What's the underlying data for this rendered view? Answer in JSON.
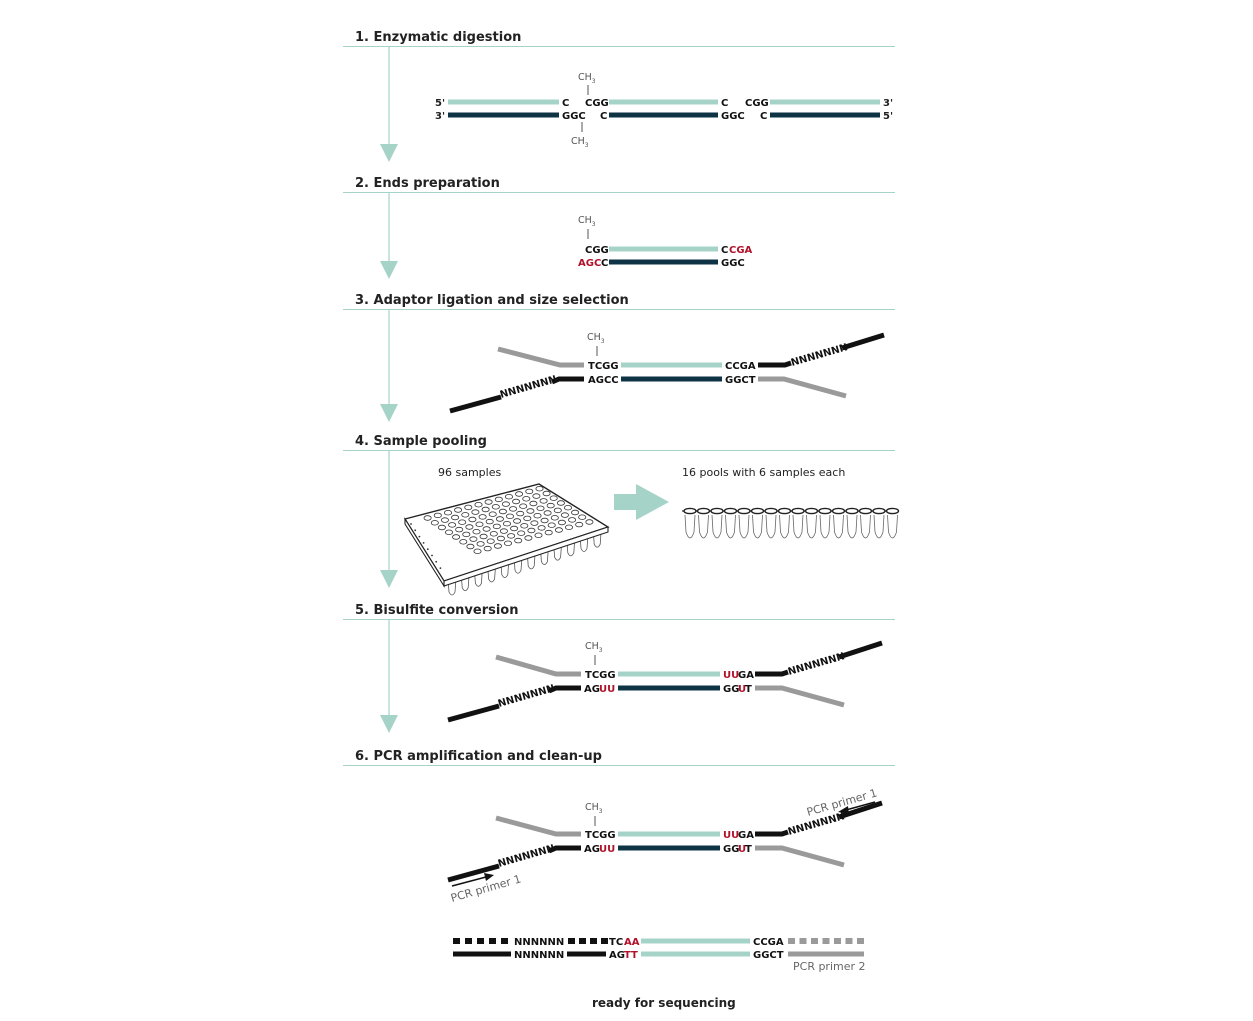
{
  "steps": [
    {
      "label": "1. Enzymatic digestion"
    },
    {
      "label": "2. Ends preparation"
    },
    {
      "label": "3. Adaptor ligation and size selection"
    },
    {
      "label": "4. Sample pooling"
    },
    {
      "label": "5. Bisulfite conversion"
    },
    {
      "label": "6. PCR amplification and clean-up"
    }
  ],
  "ends": {
    "five": "5'",
    "three": "3'"
  },
  "methyl": {
    "main": "CH",
    "sub": "3"
  },
  "bases": {
    "c": "C",
    "cgg": "CGG",
    "ggc": "GGC",
    "cc": "CC",
    "ga": "GA",
    "agc": "AGC",
    "tcgg": "TCGG",
    "agcc": "AGCC",
    "ccga": "CCGA",
    "ggct": "GGCT",
    "ag": "AG",
    "uu": "UU",
    "gg": "GG",
    "u": "U",
    "t": "T",
    "tc": "TC",
    "aa": "AA",
    "tt": "TT"
  },
  "adaptor_n": "NNNNNNN",
  "adaptor_n_short": "NNNNNN",
  "pooling": {
    "left_caption": "96 samples",
    "right_caption": "16 pools with 6 samples each"
  },
  "primers": {
    "p1": "PCR primer 1",
    "p2": "PCR primer 2"
  },
  "final_label": "ready for sequencing",
  "colors": {
    "top_strand": "#a6d3c8",
    "bottom_strand": "#0e3345",
    "arrow": "#a6d3c8",
    "rule": "#a6d3c8",
    "adaptor_black": "#111111",
    "adaptor_gray": "#9a9a9a",
    "converted": "#b0122b"
  }
}
